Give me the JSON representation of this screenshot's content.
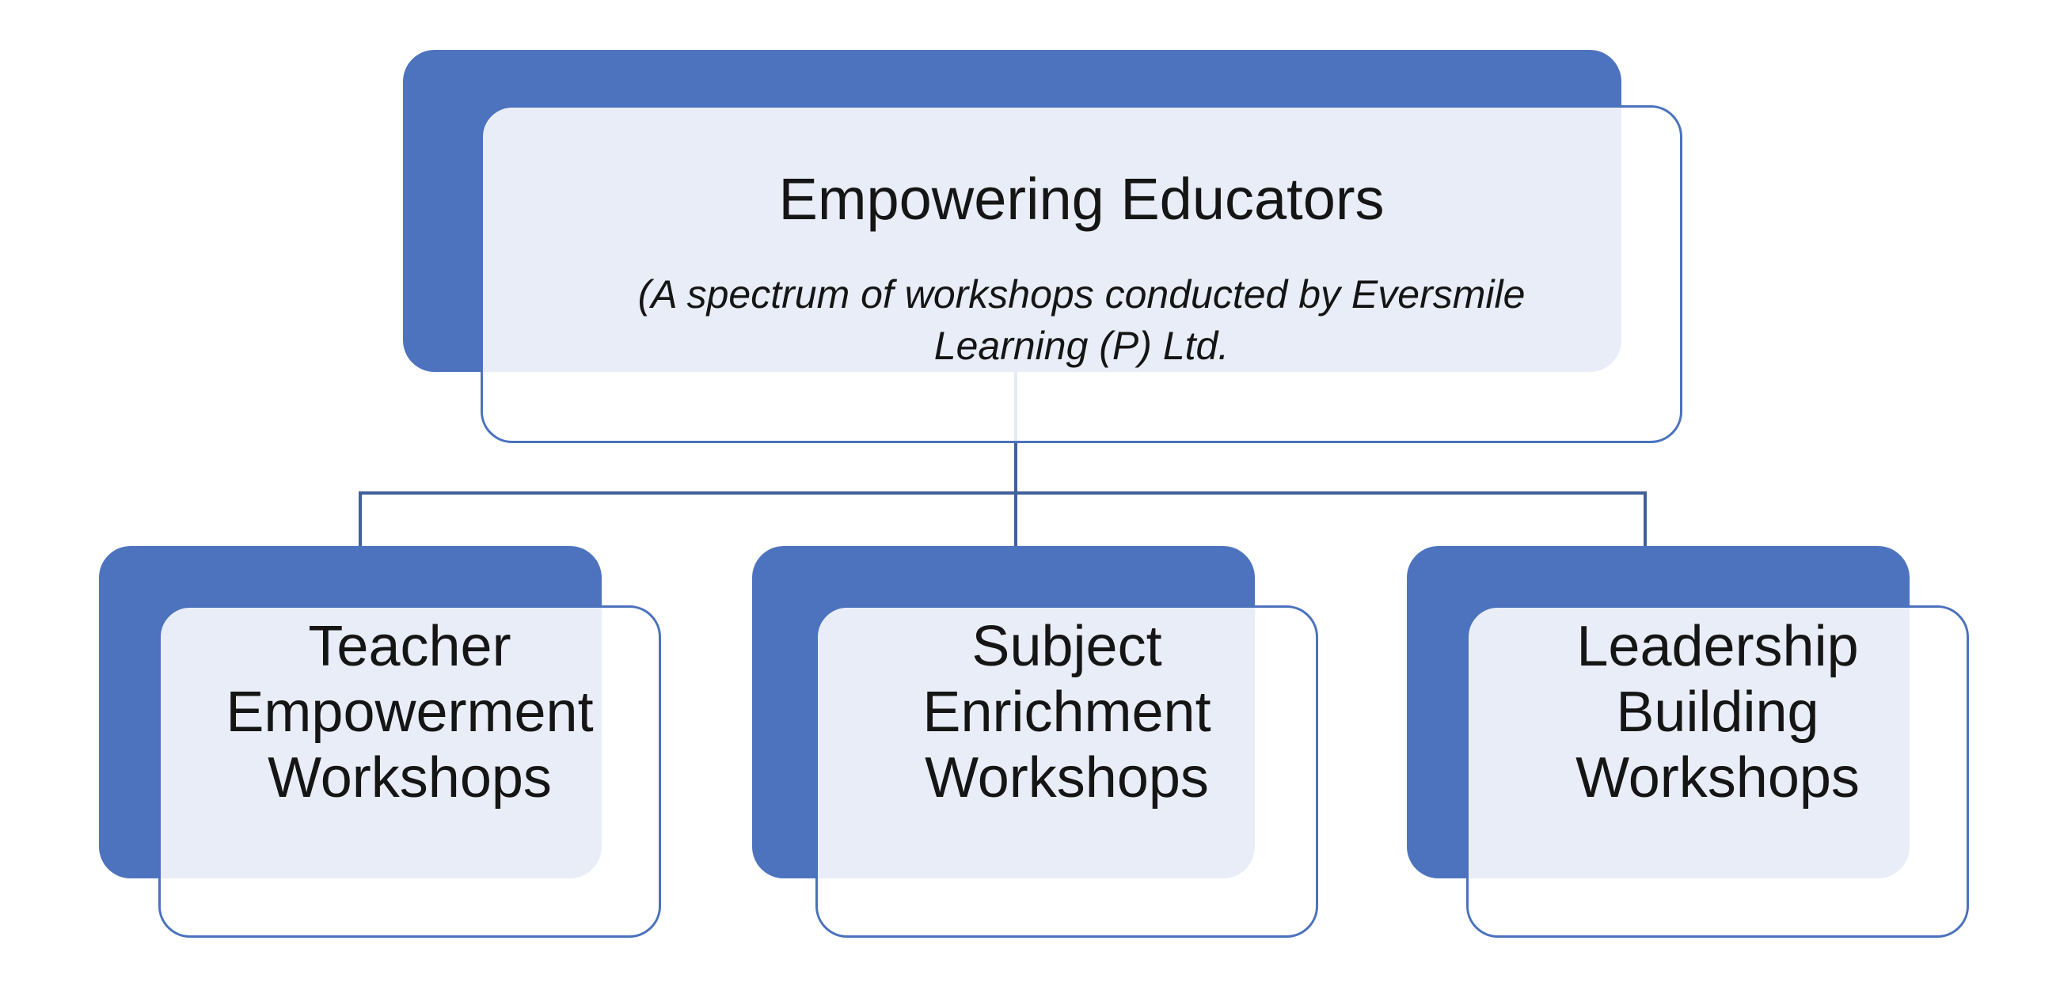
{
  "diagram": {
    "type": "org-chart",
    "root": {
      "title": "Empowering Educators",
      "subtitle": "(A spectrum of workshops conducted by Eversmile Learning (P) Ltd."
    },
    "children": [
      {
        "label": "Teacher Empowerment Workshops"
      },
      {
        "label": "Subject Enrichment Workshops"
      },
      {
        "label": "Leadership Building Workshops"
      }
    ],
    "colors": {
      "box_blue": "#4D73BE",
      "box_overlap_tint": "#E9EDF8",
      "box_outline": "#4B72BD",
      "connector": "#40609C",
      "text": "#151515",
      "background": "#FFFFFF"
    }
  }
}
